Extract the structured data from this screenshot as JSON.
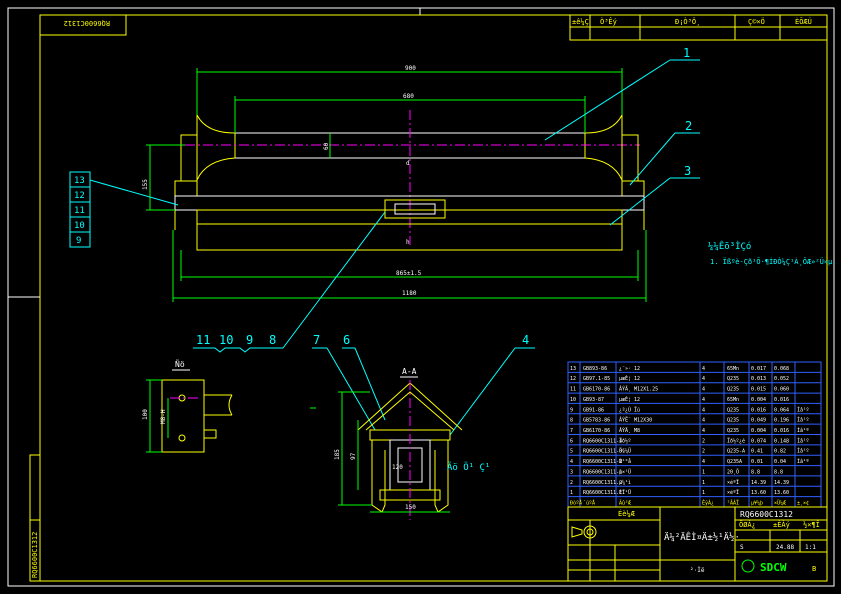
{
  "drawing": {
    "code_vertical": "RQ6600C1312",
    "code_main": "RQ6600C1312",
    "title": "Ä¼²ÄÊÌ¤Ä±½¹Ä½·",
    "section_label": "A-A",
    "detail_label": "Ñö",
    "cyan_annotation": "Ãö Ö¹ Ç¹",
    "scale": "1:1",
    "company": "SDCW",
    "sheet_text": "²·Ìë",
    "version": "B"
  },
  "tech_note": {
    "title": "¼¼Êõ³ÌÇó",
    "line1": "1. Ïßºè-Çð¹Õ·¶ÍÐÒ¼Ç¹À¸ÔÆ»²Ü»µ."
  },
  "dims": {
    "d_900": "900",
    "d_680": "680",
    "d_60": "60",
    "d_155": "155",
    "d_865": "865±1.5",
    "d_1180": "1180",
    "d_d": "d",
    "d_h": "h",
    "d_100": "100",
    "d_m8": "M8-H",
    "d_120": "120",
    "d_97": "97",
    "d_185": "185",
    "d_150": "150"
  },
  "balloons": {
    "b1": "1",
    "b2": "2",
    "b3": "3",
    "b4": "4",
    "b6": "6",
    "b7": "7",
    "b8": "8",
    "b9": "9",
    "b10": "10",
    "b11": "11",
    "b12": "12",
    "b13": "13"
  },
  "top_block": {
    "cells": [
      "±ê¼Ç",
      "Ò³Êý",
      "Ð¡Ò³Ö¸",
      "Ç©×Ö",
      "ÈÕÆÚ"
    ]
  },
  "bom": {
    "rows": [
      [
        "13",
        "GB893-86",
        "¿¨»· 12",
        "4",
        "65Mn",
        "0.017",
        "0.068",
        ""
      ],
      [
        "12",
        "GB97.1-85",
        "µæÈ¦ 12",
        "4",
        "Q235",
        "0.013",
        "0.052",
        ""
      ],
      [
        "11",
        "GB6170-86",
        "ÂÝÄ¸ M12X1.25",
        "4",
        "Q235",
        "0.015",
        "0.060",
        ""
      ],
      [
        "10",
        "GB93-87",
        "µæÈ¦ 12",
        "4",
        "65Mn",
        "0.004",
        "0.016",
        ""
      ],
      [
        "9",
        "GB91-86",
        "¿ª¿Ú Ïú",
        "4",
        "Q235",
        "0.016",
        "0.064",
        "Íâ¹º"
      ],
      [
        "8",
        "GB5783-86",
        "ÂÝË¨ M12X30",
        "4",
        "Q235",
        "0.049",
        "0.196",
        "Íâ¹º"
      ],
      [
        "7",
        "GB6170-86",
        "ÂÝÄ¸ M8",
        "4",
        "Q235",
        "0.004",
        "0.016",
        "Íâ¹º"
      ],
      [
        "6",
        "RQ6600C1311-4",
        "Ïð½º",
        "2",
        "Ïð½º¿é",
        "0.074",
        "0.148",
        "Íâ¹º"
      ],
      [
        "5",
        "RQ6600C1311-3",
        "Ö§¼Ü",
        "2",
        "Q235-A",
        "0.41",
        "0.82",
        "Íâ¹º"
      ],
      [
        "4",
        "RQ6600C1311-2",
        "Ñ¹°å",
        "4",
        "Q235A",
        "0.01",
        "0.04",
        "Íâ¹º"
      ],
      [
        "3",
        "RQ6600C1311-1",
        "µ×¹Ü",
        "1",
        "20¸Ö",
        "8.8",
        "8.8",
        ""
      ],
      [
        "2",
        "RQ6600C1311.2",
        "µ¼¹ì",
        "1",
        "×éºÏ",
        "14.39",
        "14.39",
        ""
      ],
      [
        "1",
        "RQ6600C1311.1",
        "ÉÏ¹Ü",
        "1",
        "×éºÏ",
        "13.60",
        "13.60",
        ""
      ]
    ],
    "header": [
      "ÐòºÅ",
      "´úºÅ",
      "Ãû³Æ",
      "ÊýÁ¿",
      "²ÄÁÏ",
      "µ¥¼þ",
      "×Ü¼Æ",
      "±¸×¢"
    ]
  },
  "title_block": {
    "designer": "Éè¼Æ",
    "mass": "24.88",
    "qty": "1",
    "stage": "S",
    "labels": [
      "ÖØÁ¿",
      "±ÈÀý",
      "½×¶Î",
      "¹²",
      "ÕÅ",
      "µÚ",
      "ÕÅ"
    ]
  }
}
